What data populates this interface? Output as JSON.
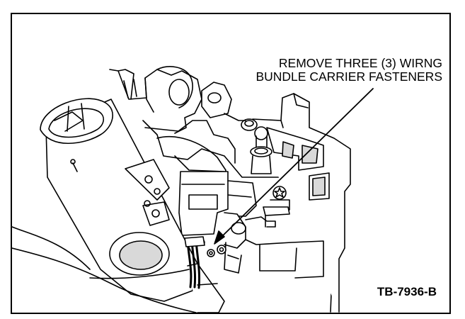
{
  "callout": {
    "line1": "REMOVE THREE (3) WIRNG",
    "line2": "BUNDLE CARRIER FASTENERS"
  },
  "figure_id": "TB-7936-B",
  "colors": {
    "ink": "#000000",
    "paper": "#ffffff",
    "shade": "#d9d9d9",
    "shade_dark": "#bdbdbd"
  }
}
